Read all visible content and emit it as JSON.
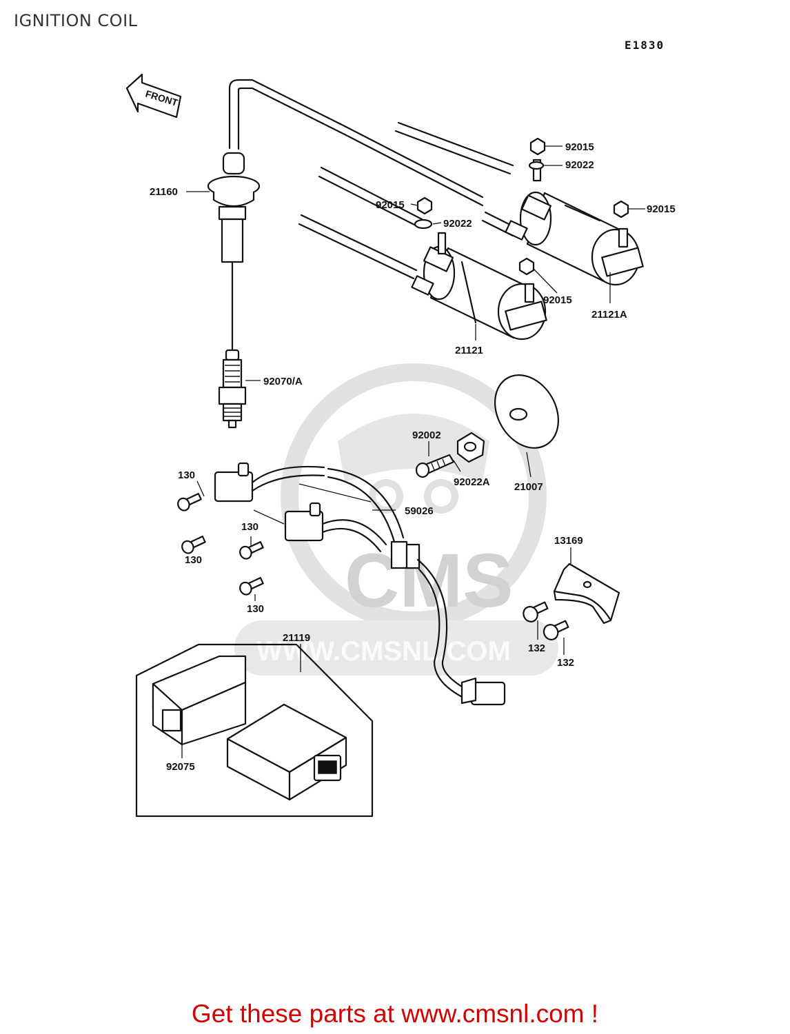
{
  "title": "IGNITION COIL",
  "diagram_code": "E1830",
  "front_label": "FRONT",
  "watermark": {
    "logo_text": "CMS",
    "url_text": "WWW.CMSNL.COM"
  },
  "footer_link_text": "Get these parts at www.cmsnl.com !",
  "colors": {
    "footer_link": "#d40000",
    "line_art": "#111111",
    "watermark": "#d2d2d2"
  },
  "part_labels": {
    "p92015_top": "92015",
    "p92022_top": "92022",
    "p92015_right": "92015",
    "p92015_mid": "92015",
    "p92022_mid": "92022",
    "p21160": "21160",
    "p92015_low": "92015",
    "p21121A": "21121A",
    "p21121": "21121",
    "p92070A": "92070/A",
    "p92002": "92002",
    "p92022A": "92022A",
    "p21007": "21007",
    "p130_a": "130",
    "p59026": "59026",
    "p130_b": "130",
    "p130_c": "130",
    "p130_d": "130",
    "p13169": "13169",
    "p21119": "21119",
    "p132_a": "132",
    "p132_b": "132",
    "p92075": "92075"
  }
}
